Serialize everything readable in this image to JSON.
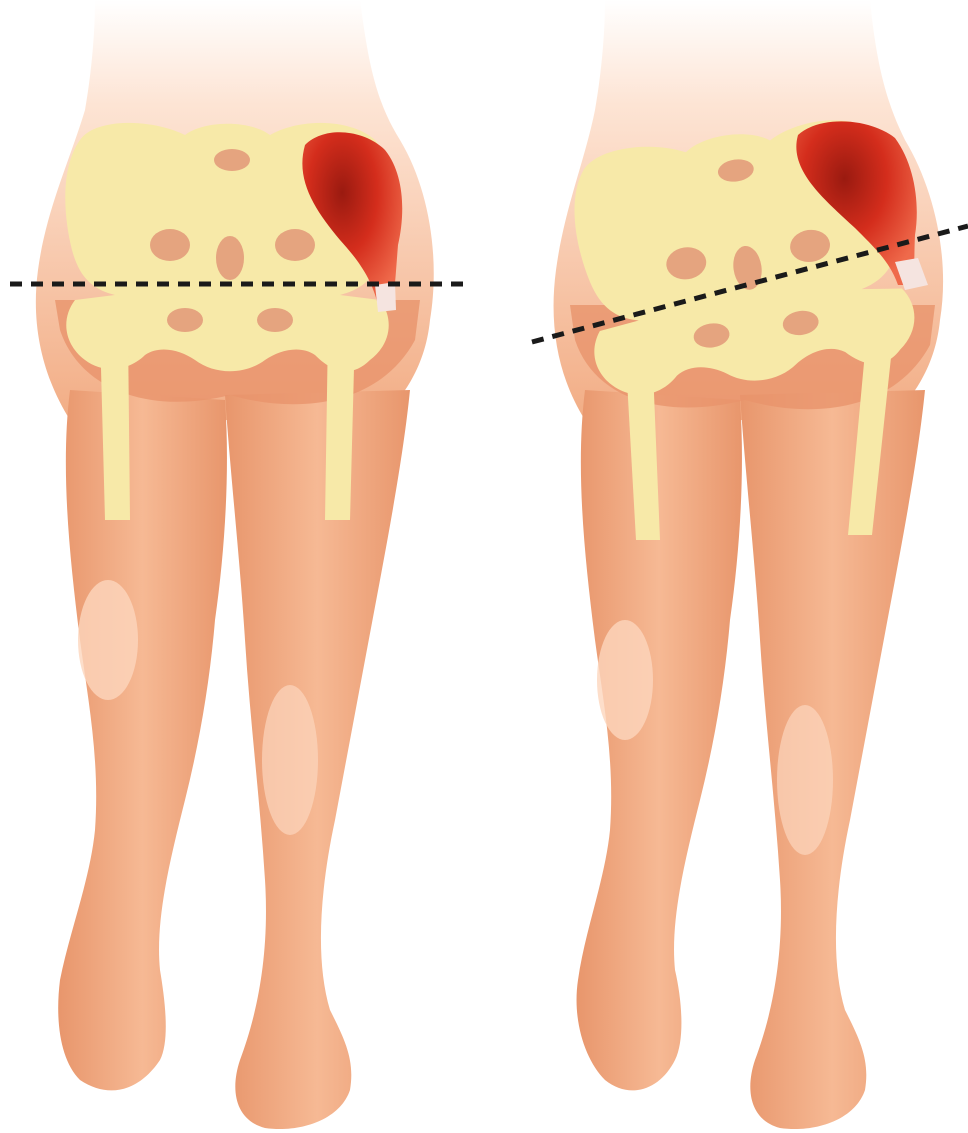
{
  "figure": {
    "panels": [
      {
        "id": "left",
        "pelvis_state": "level",
        "pelvic_line": "horizontal"
      },
      {
        "id": "right",
        "pelvis_state": "tilted",
        "pelvic_line": "oblique"
      }
    ],
    "colors": {
      "skin": "#f2ad85",
      "skin_shadow": "#e48e67",
      "bone": "#f7e9a8",
      "muscle": "#d42d1c",
      "muscle_dark": "#9a1a10",
      "line": "#1a1a1a",
      "background": "#ffffff"
    }
  }
}
